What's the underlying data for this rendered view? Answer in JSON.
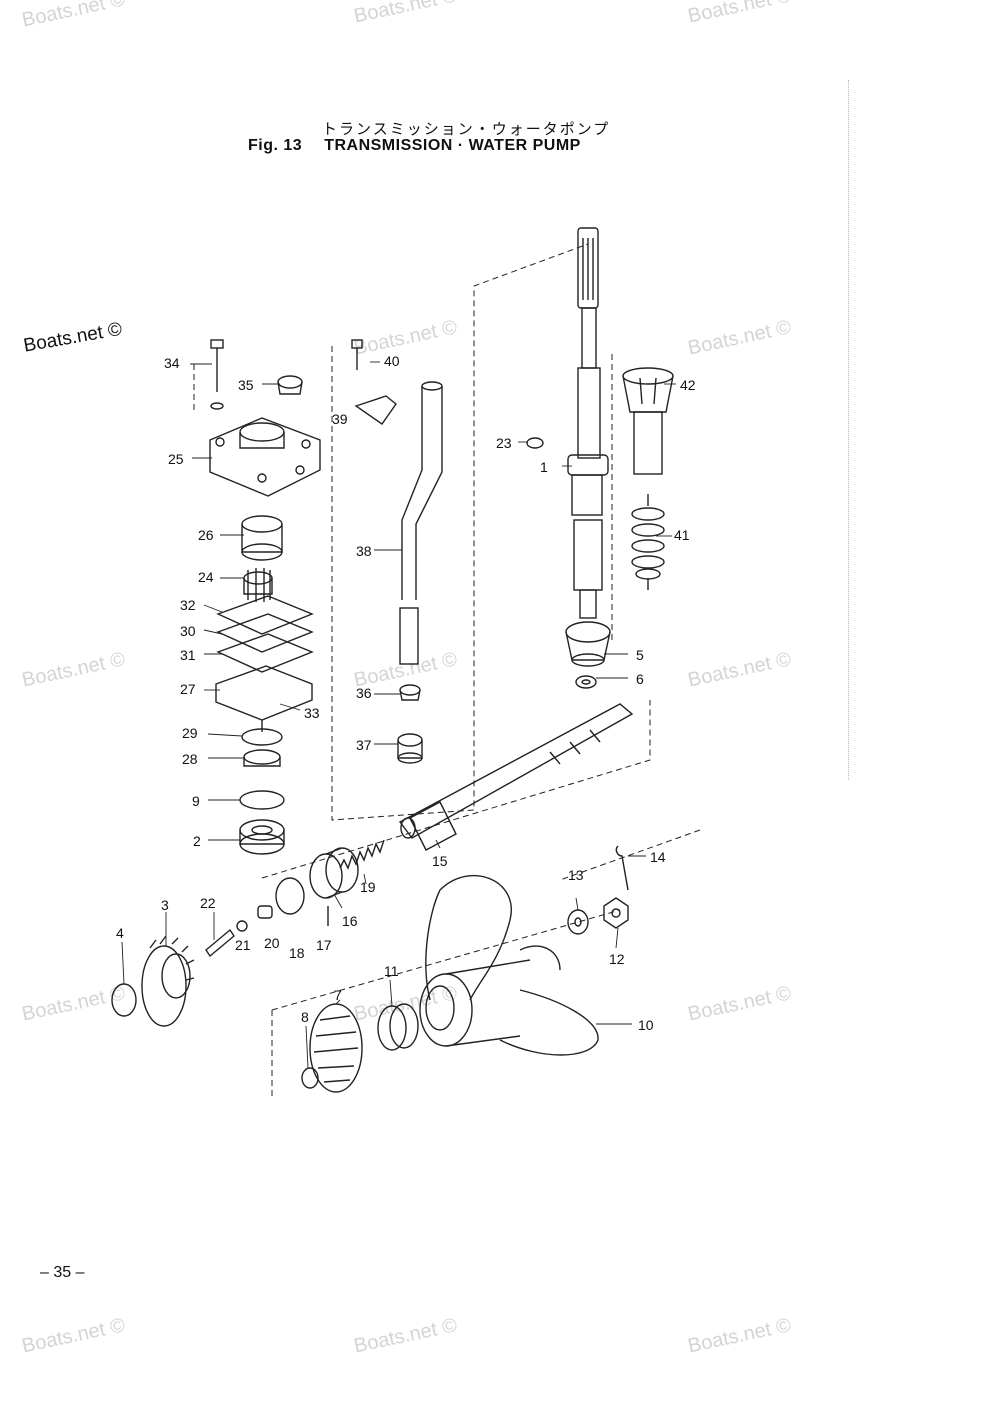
{
  "header": {
    "title_jp": "トランスミッション・ウォータポンプ",
    "fig_label": "Fig. 13",
    "title_en": "TRANSMISSION · WATER PUMP"
  },
  "watermark": {
    "dark": "Boats.net ©",
    "light": "Boats.net ©"
  },
  "page_number": "– 35 –",
  "callouts": [
    "1",
    "2",
    "3",
    "4",
    "5",
    "6",
    "7",
    "8",
    "9",
    "10",
    "11",
    "12",
    "13",
    "14",
    "15",
    "16",
    "17",
    "18",
    "19",
    "20",
    "21",
    "22",
    "23",
    "24",
    "25",
    "26",
    "27",
    "28",
    "29",
    "30",
    "31",
    "32",
    "33",
    "34",
    "35",
    "36",
    "37",
    "38",
    "39",
    "40",
    "41",
    "42"
  ]
}
